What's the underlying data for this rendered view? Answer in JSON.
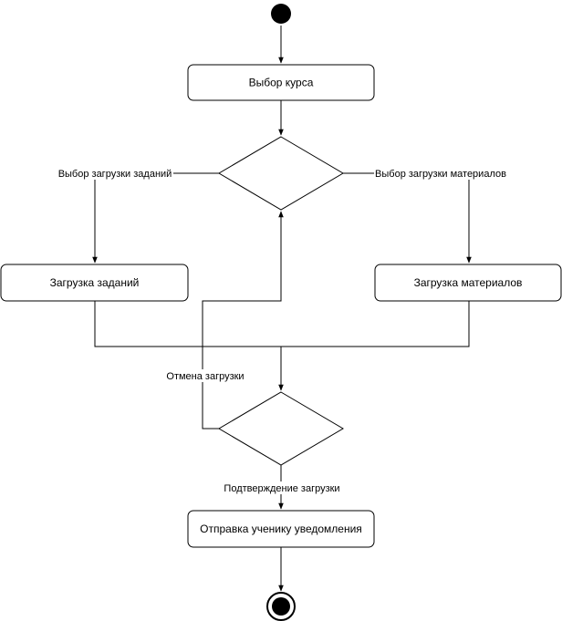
{
  "nodes": {
    "select_course": "Выбор курса",
    "upload_tasks": "Загрузка заданий",
    "upload_materials": "Загрузка материалов",
    "notify_student": "Отправка ученику уведомления"
  },
  "edges": {
    "choose_tasks": "Выбор загрузки заданий",
    "choose_materials": "Выбор загрузки материалов",
    "cancel_upload": "Отмена загрузки",
    "confirm_upload": "Подтверждение загрузки"
  },
  "colors": {
    "stroke": "#000000",
    "fill": "#ffffff"
  }
}
